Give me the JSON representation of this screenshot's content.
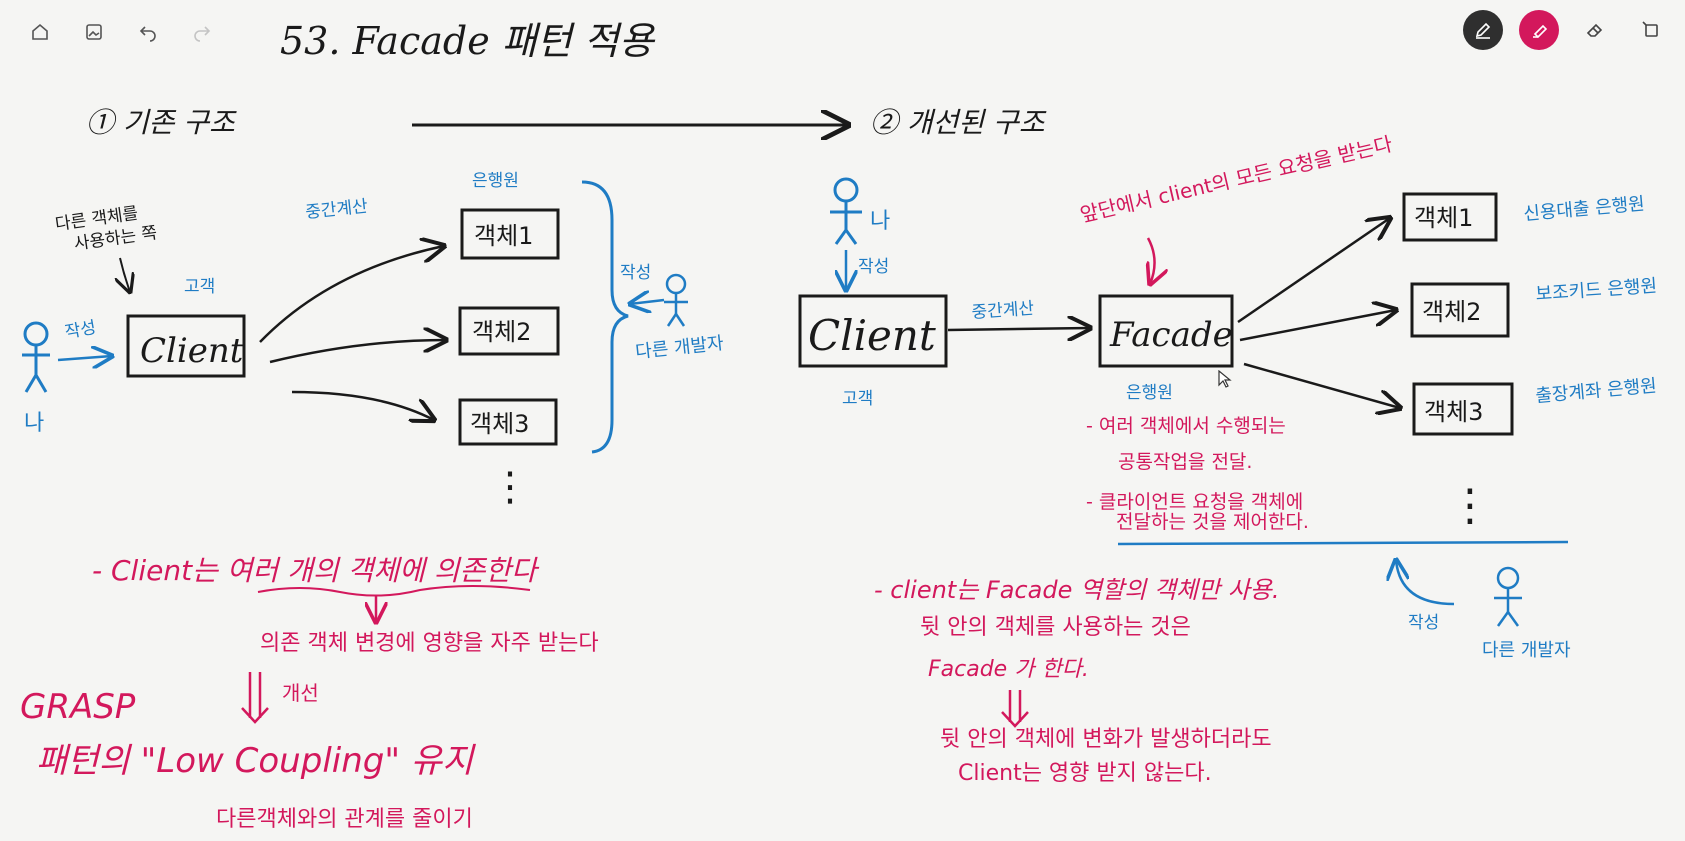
{
  "toolbar": {
    "left": [
      {
        "icon": "home-icon"
      },
      {
        "icon": "image-icon"
      },
      {
        "icon": "undo-icon"
      },
      {
        "icon": "redo-icon",
        "disabled": true
      }
    ],
    "right": [
      {
        "icon": "pen-icon",
        "active": true
      },
      {
        "icon": "highlighter-icon",
        "active": true
      },
      {
        "icon": "eraser-icon"
      },
      {
        "icon": "lasso-icon"
      }
    ]
  },
  "colors": {
    "black": "#1a1a1a",
    "pink": "#d3185c",
    "blue": "#1f7cc4",
    "pen_bg": "#2f2f2f"
  },
  "note": {
    "title": "53. Facade 패턴 적용",
    "left": {
      "heading": "① 기존 구조",
      "user": "나",
      "write1": "작성",
      "uses_others": "다른 객체를\n사용하는 쪽",
      "customer": "고객",
      "client": "Client",
      "intermediary": "중간계산",
      "bank": "은행원",
      "objects": [
        "객체1",
        "객체2",
        "객체3"
      ],
      "dots": "⋮",
      "write2": "작성",
      "other_dev": "다른 개발자"
    },
    "right": {
      "heading": "② 개선된 구조",
      "user": "나",
      "write": "작성",
      "client": "Client",
      "customer": "고객",
      "intermediary": "중간계산",
      "facade": "Facade",
      "bank": "은행원",
      "receives": "앞단에서 client의 모든 요청을 받는다",
      "objects": [
        "객체1",
        "객체2",
        "객체3"
      ],
      "roles": [
        "신용대출 은행원",
        "보조키드 은행원",
        "출장계좌 은행원"
      ],
      "dots": "⋮",
      "write2": "작성",
      "other_dev": "다른 개발자"
    },
    "facade_notes": [
      "- 여러 객체에서 수행되는",
      "공통작업을 전달.",
      "- 클라이언트 요청을 객체에",
      "전달하는 것을 제어한다."
    ],
    "bottom_left": {
      "line1": "- Client는 여러 개의 객체에 의존한다",
      "line2": "의존 객체 변경에 영향을 자주 받는다",
      "improve": "개선",
      "grasp": "GRASP",
      "pattern": "패턴의 \"Low Coupling\" 유지",
      "reduce": "다른객체와의 관계를 줄이기"
    },
    "bottom_right": {
      "line1": "- client는 Facade 역할의 객체만 사용.",
      "line2": "뒷 안의 객체를 사용하는 것은",
      "line3": "Facade 가 한다.",
      "line4": "뒷 안의 객체에 변화가 발생하더라도",
      "line5": "Client는 영향 받지 않는다."
    }
  }
}
